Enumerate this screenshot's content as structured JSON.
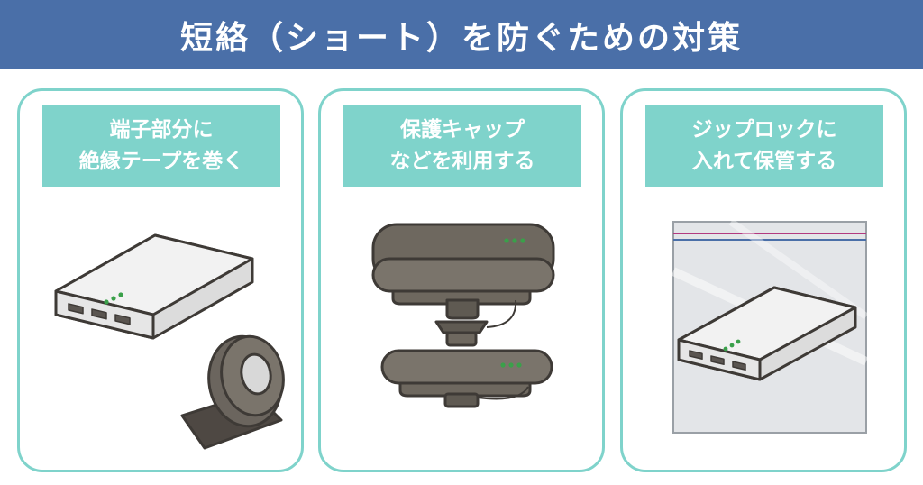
{
  "title": "短絡（ショート）を防ぐための対策",
  "cards": [
    {
      "line1": "端子部分に",
      "line2": "絶縁テープを巻く"
    },
    {
      "line1": "保護キャップ",
      "line2": "などを利用する"
    },
    {
      "line1": "ジップロックに",
      "line2": "入れて保管する"
    }
  ],
  "colors": {
    "header": "#4a6fa8",
    "accent": "#7fd3cb",
    "device_body": "#f2f2f2",
    "device_outline": "#3e3a36",
    "cap": "#7a746b",
    "led": "#3aa04a"
  },
  "icons": [
    "power-bank",
    "insulation-tape-roll",
    "protective-cap",
    "zip-bag"
  ]
}
